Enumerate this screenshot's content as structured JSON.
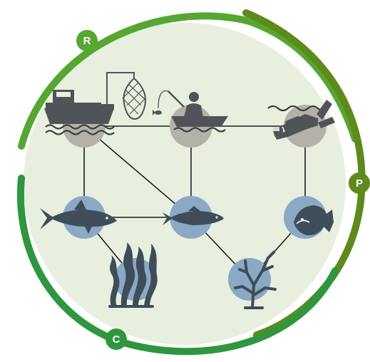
{
  "diagram": {
    "ring_labels": {
      "r": "R",
      "p": "P",
      "c": "C"
    },
    "colors": {
      "background_disc": "#e8efdf",
      "ring_light_green": "#56a632",
      "ring_dark_green": "#5e8a1c",
      "ring_mid_green": "#2f9640",
      "human_node": "#b3b1a8",
      "marine_node": "#8ba9c4",
      "silhouette": "#3f4d5a",
      "human_silhouette": "#505457",
      "edge": "#1f1f1f",
      "water_line": "#3a3f44"
    },
    "nodes": {
      "human": [
        "fishing-boat",
        "recreational-fisher",
        "scuba-diver"
      ],
      "marine": [
        "shark",
        "small-fish",
        "butterflyfish",
        "kelp",
        "coral"
      ]
    },
    "icons": {
      "fishing_boat": "fishing-boat-icon",
      "trawl_net": "trawl-net-icon",
      "fisher": "fisher-in-boat-icon",
      "diver": "scuba-diver-icon",
      "shark": "shark-icon",
      "fish": "fish-icon",
      "butterflyfish": "butterflyfish-icon",
      "kelp": "kelp-icon",
      "coral": "coral-icon"
    }
  }
}
